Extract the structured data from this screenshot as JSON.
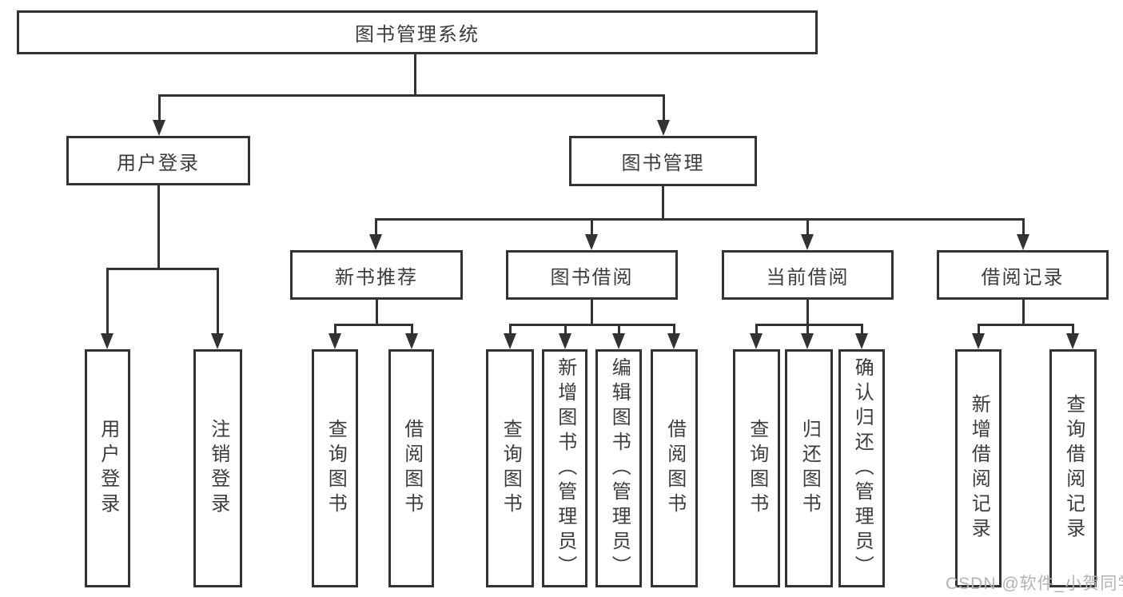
{
  "diagram": {
    "type": "hierarchy-flowchart",
    "colors": {
      "line": "#333333",
      "text": "#3c3c3c",
      "background": "#ffffff",
      "watermark": "#b3b3b3"
    }
  },
  "tree": {
    "label": "图书管理系统",
    "children": [
      {
        "label": "用户登录",
        "children": [
          {
            "label": "用户登录"
          },
          {
            "label": "注销登录"
          }
        ]
      },
      {
        "label": "图书管理",
        "children": [
          {
            "label": "新书推荐",
            "children": [
              {
                "label": "查询图书"
              },
              {
                "label": "借阅图书"
              }
            ]
          },
          {
            "label": "图书借阅",
            "children": [
              {
                "label": "查询图书"
              },
              {
                "label": "新增图书（管理员）"
              },
              {
                "label": "编辑图书（管理员）"
              },
              {
                "label": "借阅图书"
              }
            ]
          },
          {
            "label": "当前借阅",
            "children": [
              {
                "label": "查询图书"
              },
              {
                "label": "归还图书"
              },
              {
                "label": "确认归还（管理员）"
              }
            ]
          },
          {
            "label": "借阅记录",
            "children": [
              {
                "label": "新增借阅记录"
              },
              {
                "label": "查询借阅记录"
              }
            ]
          }
        ]
      }
    ]
  },
  "watermark": {
    "text": "CSDN @软件_小贺同学"
  }
}
